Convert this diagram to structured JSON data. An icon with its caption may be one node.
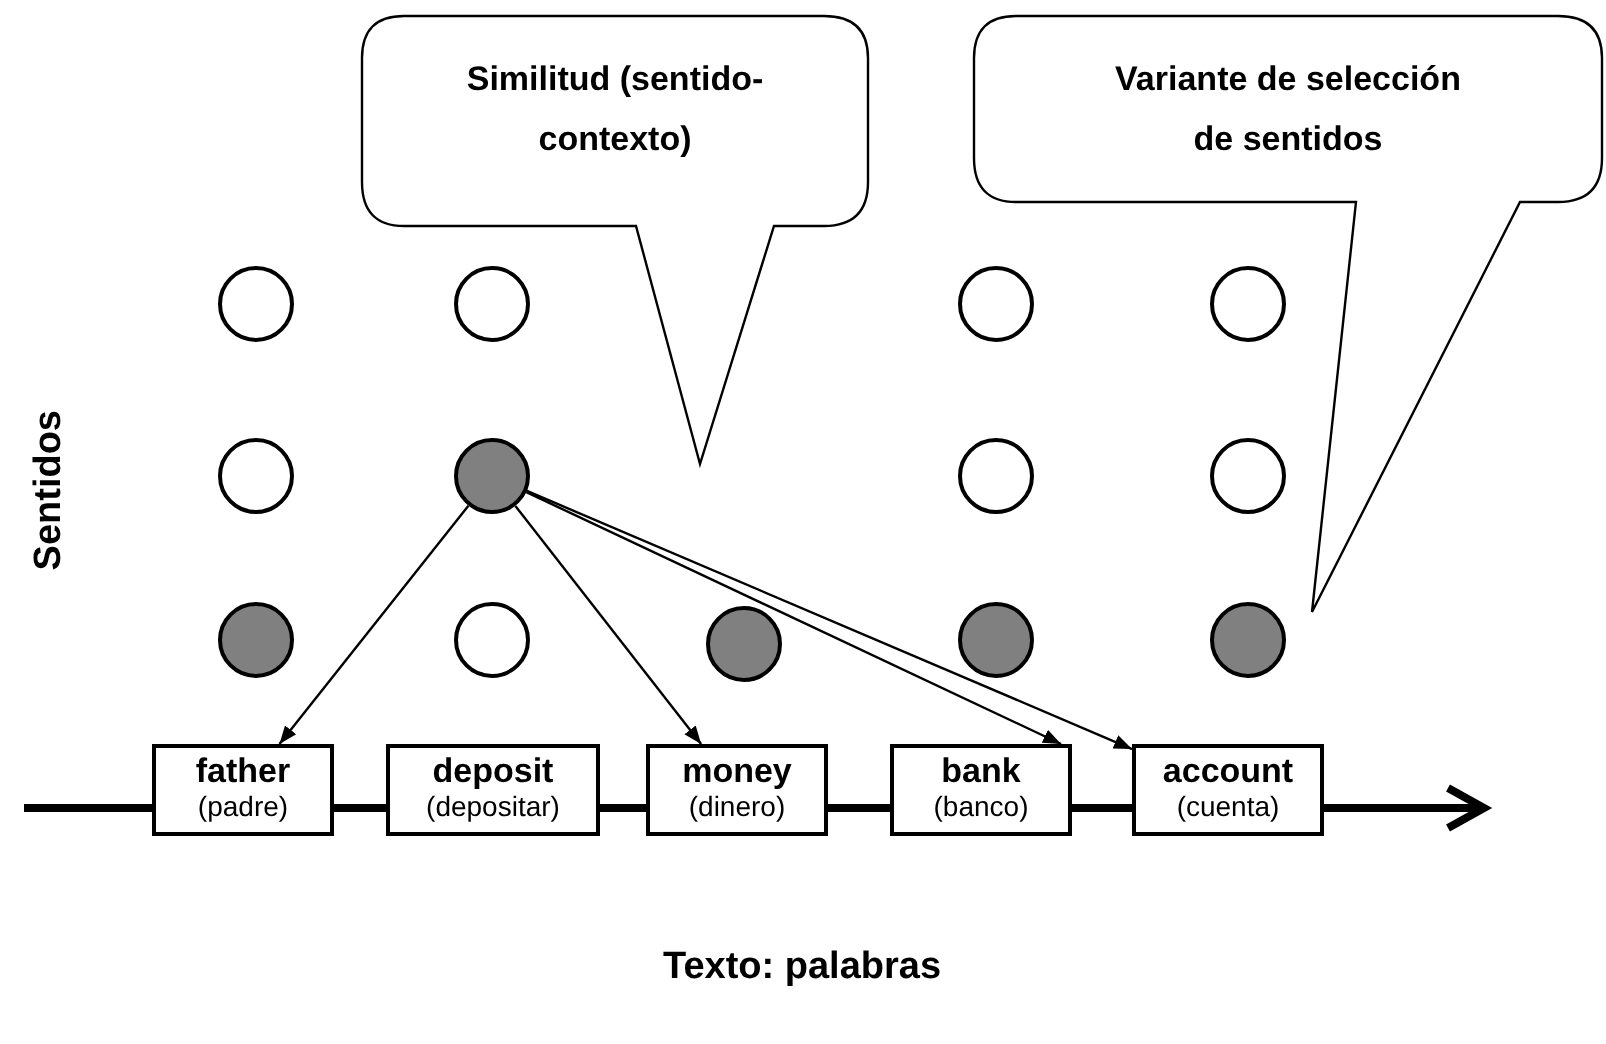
{
  "diagram": {
    "nodes": [
      {
        "text": [
          "Similitud (sentido-contexto)"
        ]
      },
      {
        "text": [
          "Variante de selección de sentidos"
        ]
      },
      {
        "text": [],
        "shape": "circle"
      },
      {
        "text": [],
        "shape": "circle"
      },
      {
        "text": [],
        "shape": "circle"
      },
      {
        "text": [],
        "shape": "circle"
      },
      {
        "text": [],
        "shape": "circle"
      },
      {
        "text": [],
        "shape": "circle"
      },
      {
        "text": [],
        "shape": "circle"
      },
      {
        "text": [],
        "shape": "circle"
      },
      {
        "text": [],
        "shape": "circle"
      },
      {
        "text": [],
        "shape": "circle"
      },
      {
        "text": [],
        "shape": "circle"
      },
      {
        "text": [],
        "shape": "circle"
      },
      {
        "text": [],
        "shape": "circle"
      },
      {
        "text": [
          "father",
          "(padre)"
        ]
      },
      {
        "text": [
          "deposit",
          "(depositar)"
        ]
      },
      {
        "text": [
          "money",
          "(dinero)"
        ]
      },
      {
        "text": [
          "bank",
          "(banco)"
        ]
      },
      {
        "text": [
          "account",
          "(cuenta)"
        ]
      }
    ],
    "edges": [
      {
        "from": 7,
        "to": 15,
        "arrow": "to"
      },
      {
        "from": 7,
        "to": 17,
        "arrow": "to"
      },
      {
        "from": 7,
        "to": 18,
        "arrow": "to"
      },
      {
        "from": 7,
        "to": 19,
        "arrow": "to"
      }
    ],
    "labels": [
      "Sentidos",
      "Texto: palabras"
    ]
  }
}
